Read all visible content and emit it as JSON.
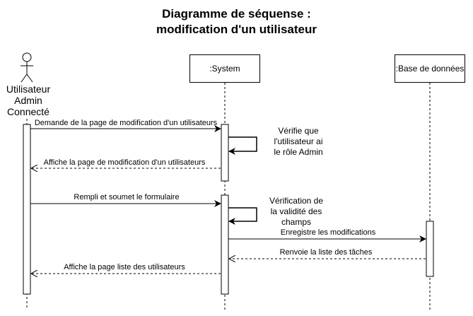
{
  "title": {
    "line1": "Diagramme de séquense :",
    "line2": "modification d'un utilisateur"
  },
  "actor": {
    "line1": "Utilisateur",
    "line2": "Admin",
    "line3": "Connecté"
  },
  "participants": {
    "system": ":System",
    "database": ":Base de données"
  },
  "messages": [
    {
      "text": "Demande de la page de modification d'un utilisateurs"
    },
    {
      "text": "Affiche la page de modification d'un utilisateurs"
    },
    {
      "text": "Rempli et soumet le formulaire"
    },
    {
      "text": "Enregistre les modifications"
    },
    {
      "text": "Renvoie la liste des tâches"
    },
    {
      "text": "Affiche la page liste des utilisateurs"
    }
  ],
  "self_calls": {
    "check_role": {
      "line1": "Vérifie que",
      "line2": "l'utilisateur ai",
      "line3": "le rôle Admin"
    },
    "check_fields": {
      "line1": "Vérification de",
      "line2": "la validité des",
      "line3": "champs"
    }
  }
}
